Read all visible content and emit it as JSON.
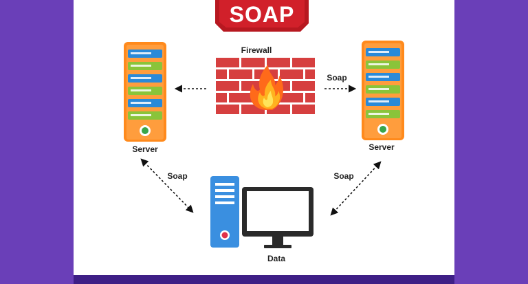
{
  "title": "SOAP",
  "labels": {
    "firewall": "Firewall",
    "server_left": "Server",
    "server_right": "Server",
    "soap_top": "Soap",
    "soap_left": "Soap",
    "soap_right": "Soap",
    "data": "Data"
  },
  "colors": {
    "background_purple": "#6a3fb8",
    "banner_red": "#d1202a",
    "server_orange": "#ff8a1c",
    "server_blue": "#2a8ad8",
    "server_green": "#8ac43a",
    "brick_red": "#d63f3f",
    "computer_blue": "#3a8fe0",
    "monitor_dark": "#2a2a2a"
  },
  "icons": [
    "server-icon",
    "firewall-icon",
    "computer-tower-icon",
    "monitor-icon"
  ]
}
